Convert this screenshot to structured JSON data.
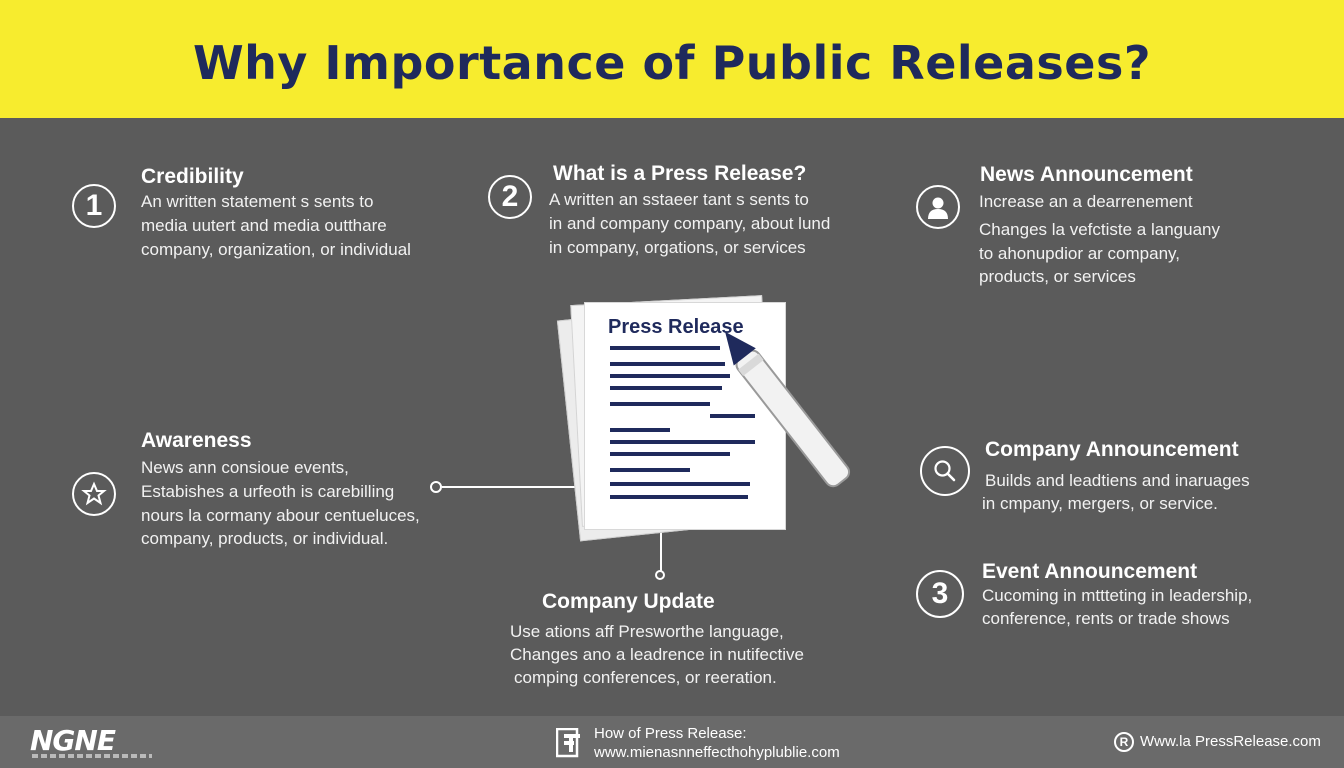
{
  "header": {
    "title": "Why Importance of  Public Releases?"
  },
  "sections": {
    "credibility": {
      "number": "1",
      "title": "Credibility",
      "lines": [
        "An written statement s sents to",
        "media uutert and media outthare",
        "company, organization, or individual"
      ]
    },
    "what_is": {
      "number": "2",
      "title": "What is a Press Release?",
      "lines": [
        "A written an sstaeer tant s sents to",
        "in and company company, about lund",
        "in company, orgations, or services"
      ]
    },
    "news": {
      "title": "News Announcement",
      "lines": [
        "Increase an a dearrenement",
        "Changes la vefctiste a languany",
        "to ahonupdior ar company,",
        "products, or services"
      ]
    },
    "awareness": {
      "title": "Awareness",
      "lines": [
        "News ann consioue events,",
        "Estabishes a urfeoth is carebilling",
        "nours la cormany abour centueluces,",
        "company, products, or individual."
      ]
    },
    "company_announcement": {
      "title": "Company Announcement",
      "lines": [
        "Builds and leadtiens and inaruages",
        "in cmpany, mergers, or service."
      ]
    },
    "event": {
      "number": "3",
      "title": "Event Announcement",
      "lines": [
        "Cucoming in mttteting in leadership,",
        "conference, rents or trade shows"
      ]
    },
    "company_update": {
      "title": "Company Update",
      "lines": [
        "Use ations aff Presworthe language,",
        "Changes ano a leadrence in nutifective",
        "comping conferences, or reeration."
      ]
    }
  },
  "document": {
    "title": "Press Release"
  },
  "footer": {
    "brand": "NGNE",
    "center_line1": "How of Press Release:",
    "center_line2": "www.mienasnneffecthohyplublie.com",
    "right_text": "Www.la PressRelease.com"
  },
  "colors": {
    "header_bg": "#f7ec2e",
    "title_color": "#1f2a5c",
    "content_bg": "#5b5b5b",
    "doc_lines": "#1f2a5c"
  }
}
